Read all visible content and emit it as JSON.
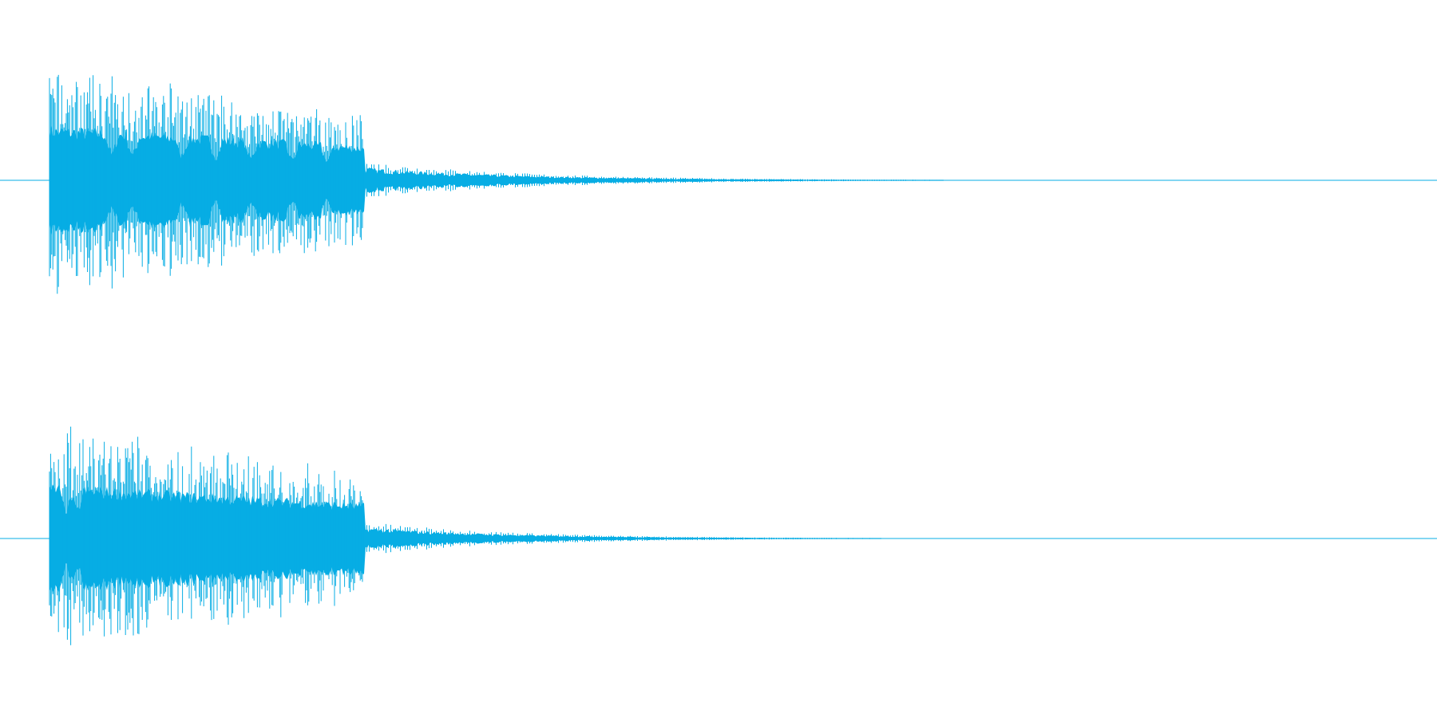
{
  "colors": {
    "background": "#ffffff",
    "waveform": "#07ade4",
    "baseline": "#07ade4"
  },
  "waveform": {
    "channel_count": 2,
    "channels": [
      {
        "channel": 1,
        "loud_section": {
          "start": 0.0,
          "end": 0.227,
          "peak": 0.92,
          "body": 0.38
        },
        "tail": {
          "start": 0.227,
          "end": 0.645,
          "level_start": 0.08,
          "level_end": 0.002
        },
        "dips_at": [
          0.045,
          0.06,
          0.095,
          0.12,
          0.145,
          0.175,
          0.2
        ]
      },
      {
        "channel": 2,
        "loud_section": {
          "start": 0.0,
          "end": 0.227,
          "peak": 0.92,
          "body": 0.38
        },
        "tail": {
          "start": 0.227,
          "end": 0.6,
          "level_start": 0.07,
          "level_end": 0.002
        },
        "dips_at": [
          0.012,
          0.02
        ]
      }
    ]
  }
}
